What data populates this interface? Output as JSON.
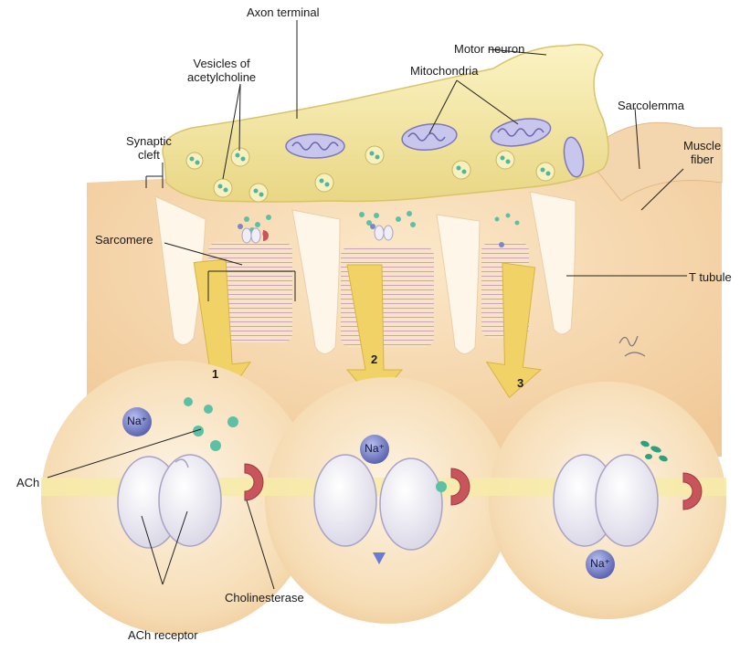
{
  "labels": {
    "axon_terminal": "Axon terminal",
    "vesicles": "Vesicles of\nacetylcholine",
    "motor_neuron": "Motor neuron",
    "mitochondria": "Mitochondria",
    "synaptic_cleft": "Synaptic\ncleft",
    "sarcolemma": "Sarcolemma",
    "muscle_fiber": "Muscle\nfiber",
    "sarcomere": "Sarcomere",
    "t_tubule": "T tubule",
    "ach": "ACh",
    "ach_receptor": "ACh receptor",
    "cholinesterase": "Cholinesterase",
    "ion_na": "Na⁺"
  },
  "steps": [
    "1",
    "2",
    "3"
  ],
  "colors": {
    "neuron": "#f5e9a6",
    "muscle": "#f7dcb4",
    "receptor": "#efeef6",
    "enzyme": "#c8545c",
    "ach": "#5cc1a4",
    "sodium": "#7c86c8",
    "arrow": "#f1d266"
  }
}
